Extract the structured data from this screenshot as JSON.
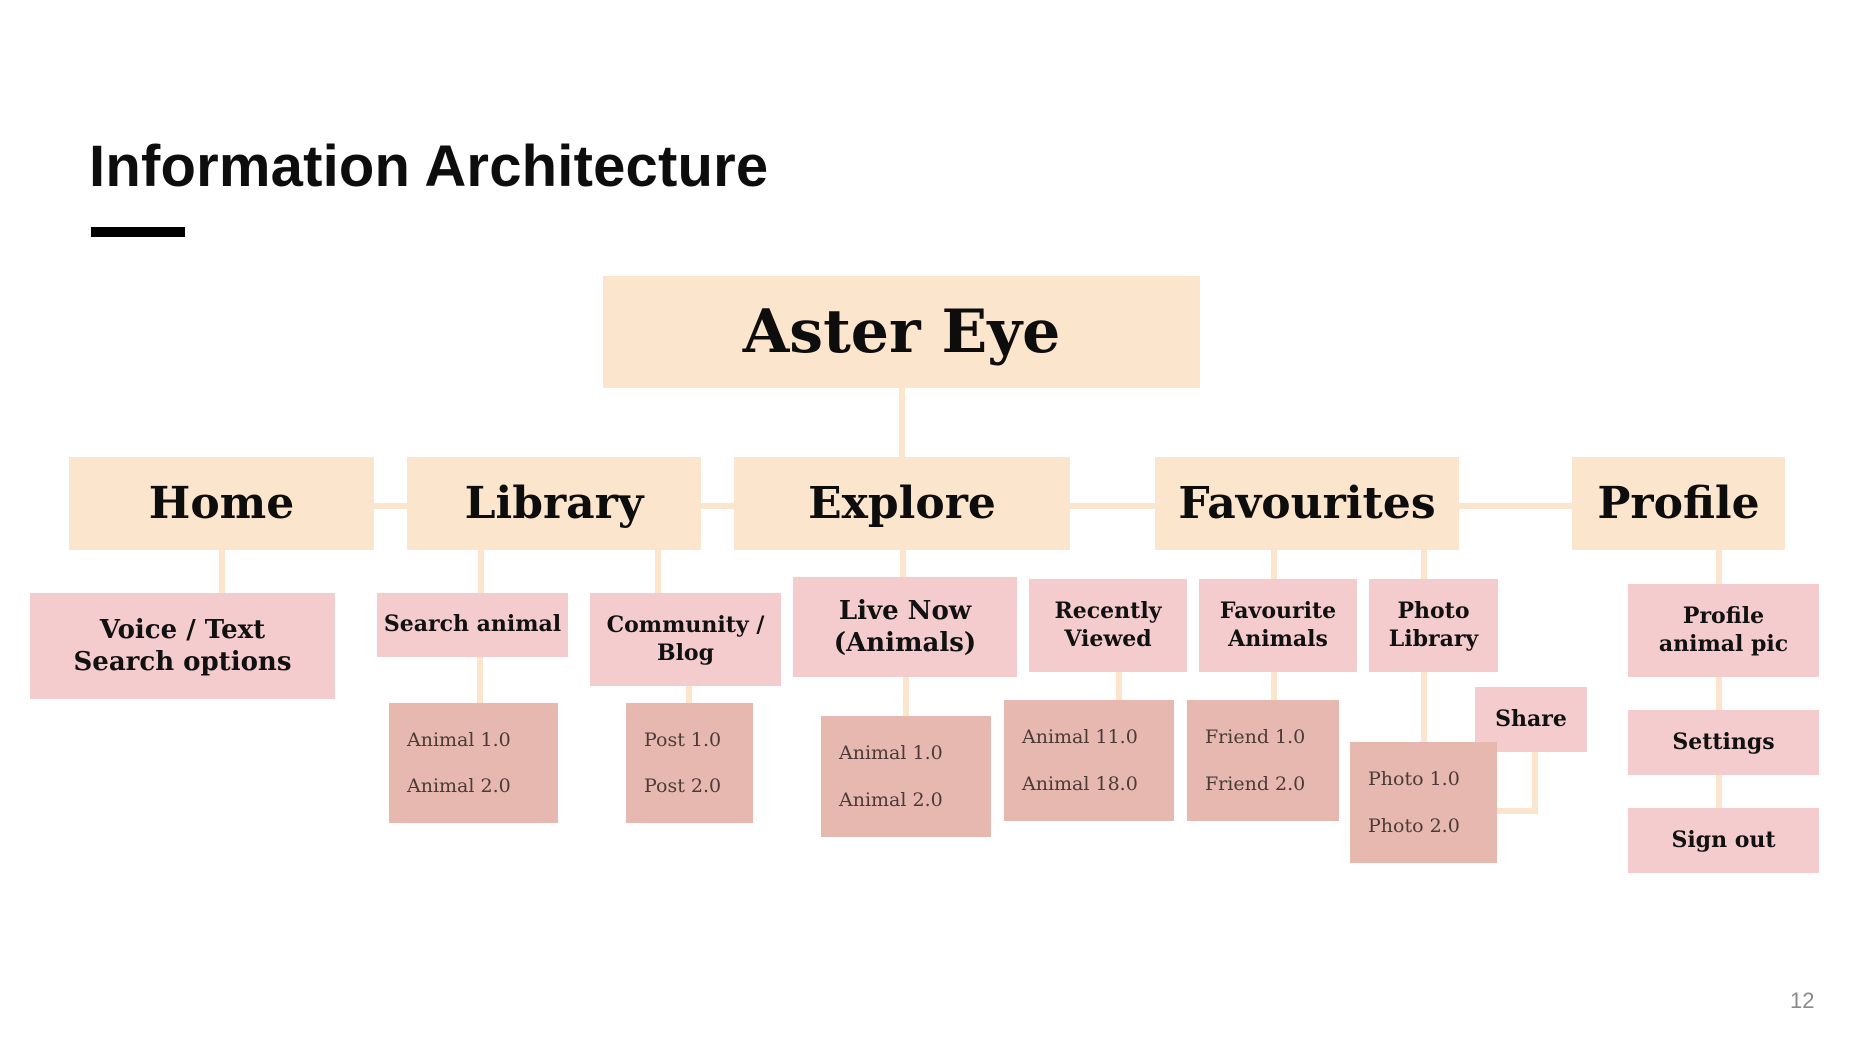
{
  "slide": {
    "title": "Information Architecture",
    "page_number": "12"
  },
  "colors": {
    "primary_box": "#fce5cd",
    "secondary_box": "#f4ccce",
    "leaf_box": "#e6b8af",
    "connector": "#fce5cd"
  },
  "tree": {
    "root": "Aster Eye",
    "sections": {
      "home": {
        "label": "Home",
        "children": [
          {
            "label": "Voice / Text\nSearch options"
          }
        ]
      },
      "library": {
        "label": "Library",
        "children": [
          {
            "label": "Search animal",
            "items": [
              "Animal 1.0",
              "Animal 2.0"
            ]
          },
          {
            "label": "Community /\nBlog",
            "items": [
              "Post 1.0",
              "Post 2.0"
            ]
          }
        ]
      },
      "explore": {
        "label": "Explore",
        "children": [
          {
            "label": "Live Now\n(Animals)",
            "items": [
              "Animal 1.0",
              "Animal 2.0"
            ]
          },
          {
            "label": "Recently\nViewed",
            "items": [
              "Animal 11.0",
              "Animal 18.0"
            ]
          }
        ]
      },
      "favourites": {
        "label": "Favourites",
        "children": [
          {
            "label": "Favourite\nAnimals",
            "items": [
              "Friend 1.0",
              "Friend 2.0"
            ]
          },
          {
            "label": "Photo\nLibrary",
            "items": [
              "Photo 1.0",
              "Photo 2.0"
            ],
            "action": "Share"
          }
        ]
      },
      "profile": {
        "label": "Profile",
        "children": [
          {
            "label": "Profile\nanimal pic"
          },
          {
            "label": "Settings"
          },
          {
            "label": "Sign out"
          }
        ]
      }
    }
  }
}
